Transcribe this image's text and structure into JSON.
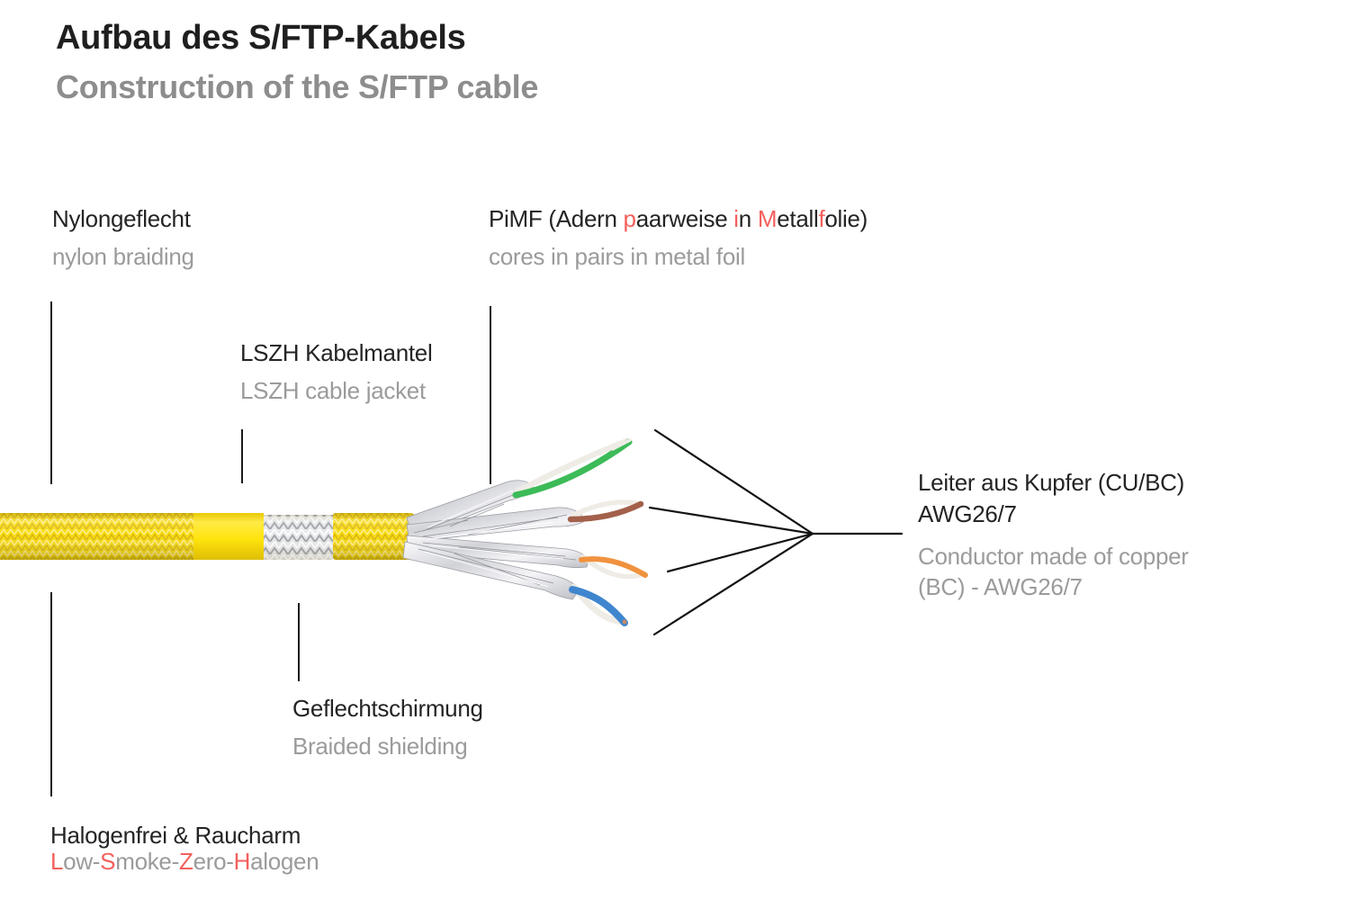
{
  "header": {
    "title_de": "Aufbau des S/FTP-Kabels",
    "title_en": "Construction of the S/FTP cable"
  },
  "labels": {
    "nylon": {
      "de": "Nylongeflecht",
      "en": "nylon braiding"
    },
    "pimf": {
      "de_segments": [
        {
          "t": "PiMF (Adern ",
          "c": "dark"
        },
        {
          "t": "p",
          "c": "red"
        },
        {
          "t": "aarweise ",
          "c": "dark"
        },
        {
          "t": "i",
          "c": "red"
        },
        {
          "t": "n ",
          "c": "dark"
        },
        {
          "t": "M",
          "c": "red"
        },
        {
          "t": "etall",
          "c": "dark"
        },
        {
          "t": "f",
          "c": "red"
        },
        {
          "t": "olie)",
          "c": "dark"
        }
      ],
      "en": "cores in pairs in metal foil"
    },
    "lszh": {
      "de": "LSZH Kabelmantel",
      "en": "LSZH cable jacket"
    },
    "conductor": {
      "de_line1": "Leiter aus Kupfer (CU/BC)",
      "de_line2": "AWG26/7",
      "en_line1": "Conductor made of copper",
      "en_line2": "(BC) - AWG26/7"
    },
    "braid": {
      "de": "Geflechtschirmung",
      "en": "Braided shielding"
    },
    "halogen": {
      "de": "Halogenfrei & Raucharm",
      "en_segments": [
        {
          "t": "L",
          "c": "red"
        },
        {
          "t": "ow-",
          "c": "gray"
        },
        {
          "t": "S",
          "c": "red"
        },
        {
          "t": "moke-",
          "c": "gray"
        },
        {
          "t": "Z",
          "c": "red"
        },
        {
          "t": "ero-",
          "c": "gray"
        },
        {
          "t": "H",
          "c": "red"
        },
        {
          "t": "alogen",
          "c": "gray"
        }
      ]
    }
  },
  "colors": {
    "accent_red": "#f4605d",
    "text_dark": "#242424",
    "text_gray": "#9b9b9b",
    "subtitle_gray": "#8d8d8d",
    "line_black": "#1a1a1a",
    "cable_yellow": "#ffe40d",
    "braid_yellow": "#f8da10",
    "shield_silver": "#e8e9ec",
    "wire_green": "#3cbb58",
    "wire_brown": "#a3604a",
    "wire_orange": "#f0923e",
    "wire_blue": "#3f86cf",
    "wire_white": "#efece6"
  }
}
